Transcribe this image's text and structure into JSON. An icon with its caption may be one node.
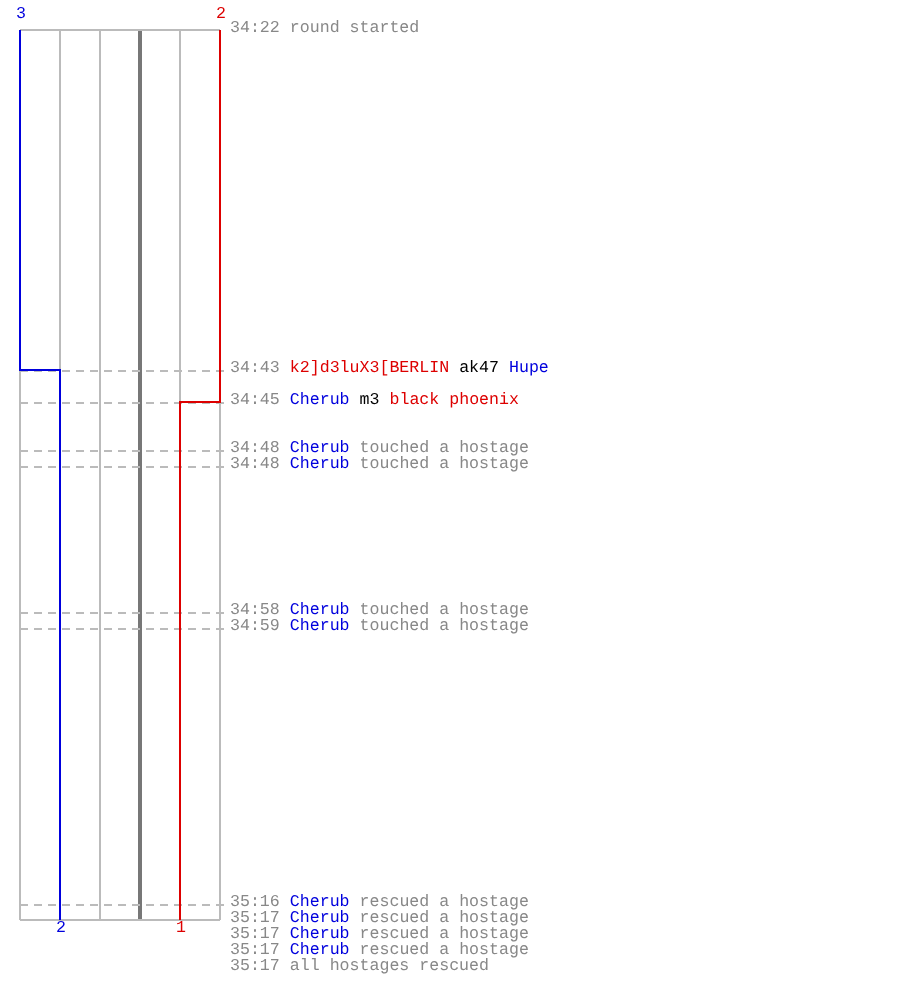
{
  "diagram": {
    "labels": [
      "3",
      "2",
      "34:22",
      "round started",
      "34:43",
      "k2]d3luX3[BERLIN",
      "ak47",
      "Hupe",
      "34:45",
      "Cherub",
      "m3",
      "black phoenix",
      "34:48",
      "Cherub",
      "touched a hostage",
      "34:48",
      "Cherub",
      "touched a hostage",
      "34:58",
      "Cherub",
      "touched a hostage",
      "34:59",
      "Cherub",
      "touched a hostage",
      "35:16",
      "Cherub",
      "rescued a hostage",
      "2",
      "1",
      "35:17",
      "Cherub",
      "rescued a hostage",
      "35:17",
      "Cherub",
      "rescued a hostage",
      "35:17",
      "Cherub",
      "rescued a hostage",
      "35:17",
      "all hostages rescued"
    ]
  }
}
